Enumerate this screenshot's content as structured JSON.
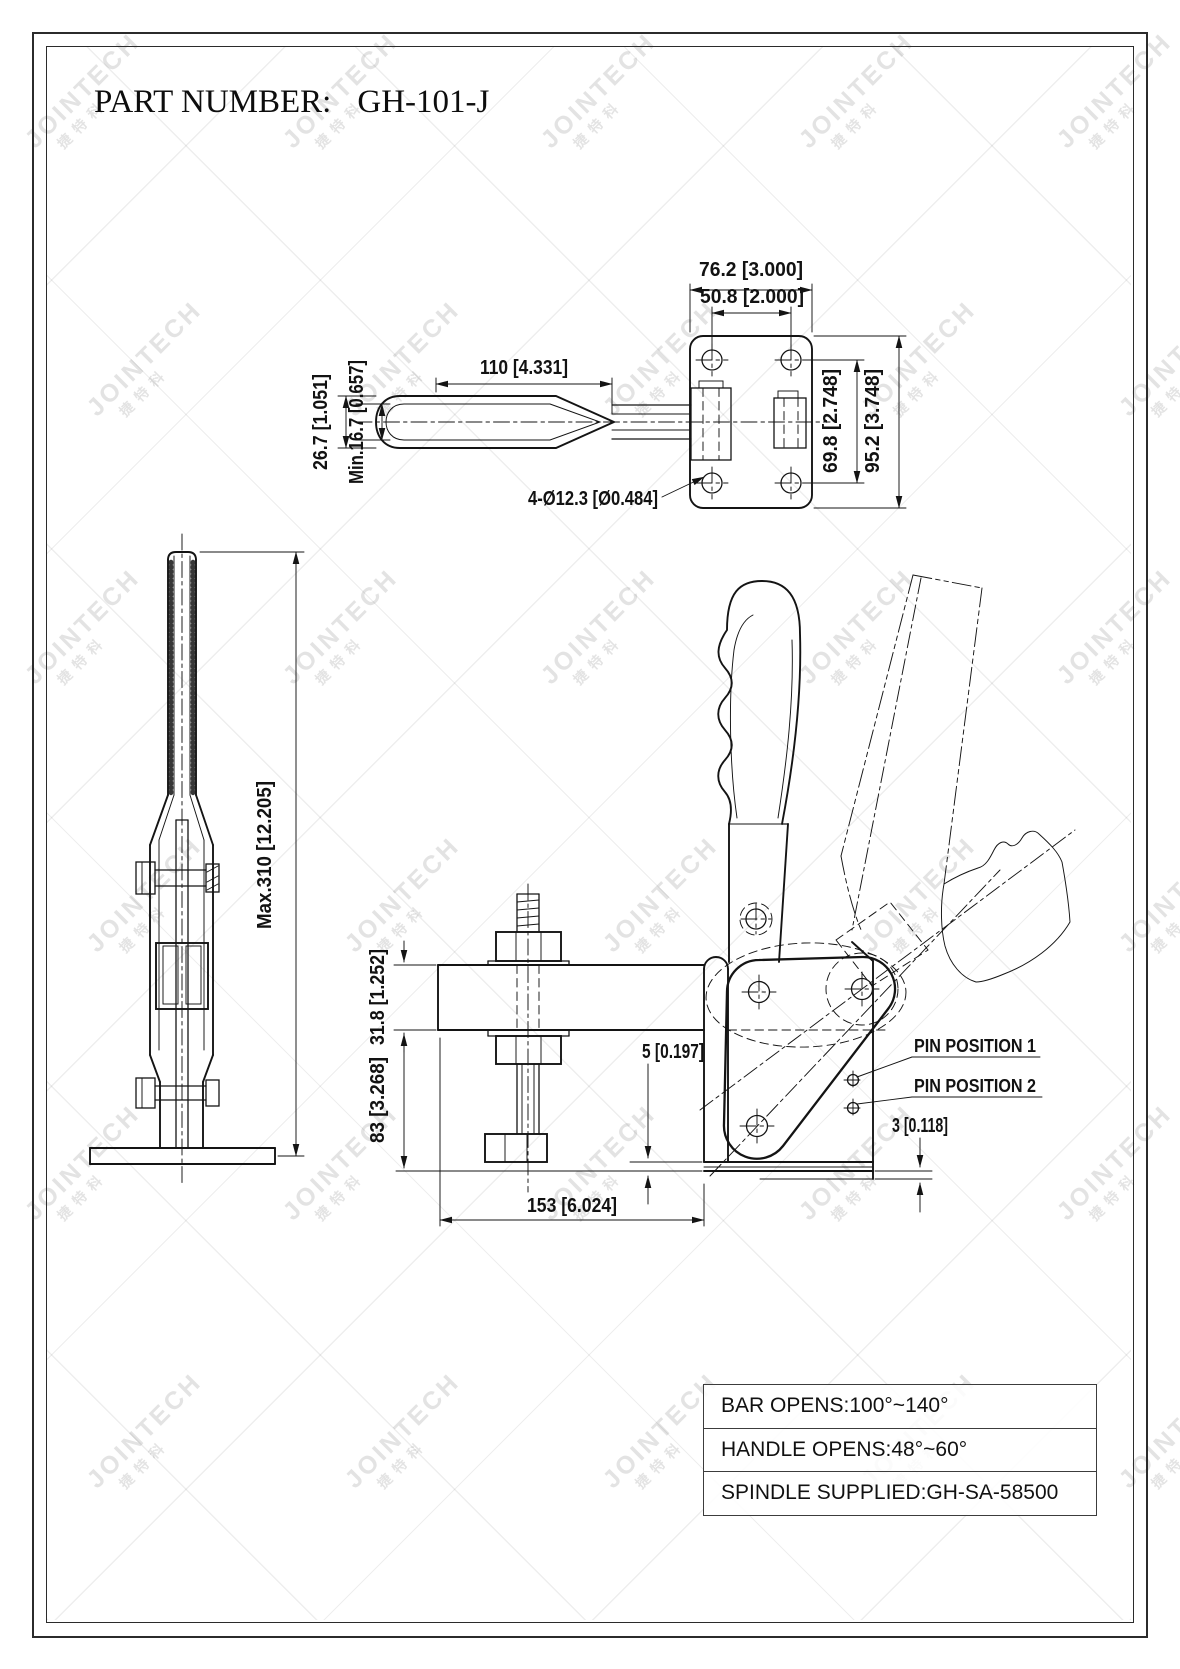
{
  "title": {
    "label": "PART NUMBER:",
    "value": "GH-101-J"
  },
  "watermark": {
    "text": "JOINTECH",
    "subtext": "捷特科"
  },
  "dims": {
    "top_width": "76.2 [3.000]",
    "top_hole_span": "50.8 [2.000]",
    "handle_len": "110 [4.331]",
    "handle_w": "26.7 [1.051]",
    "handle_min": "Min.16.7 [0.657]",
    "hole_callout": "4-Ø12.3 [Ø0.484]",
    "hole_vspan": "69.8 [2.748]",
    "top_height": "95.2 [3.748]",
    "max_height": "Max.310 [12.205]",
    "bar_t": "31.8 [1.252]",
    "under_bar": "83 [3.268]",
    "lip": "5 [0.197]",
    "base_len": "153 [6.024]",
    "base_t": "3 [0.118]",
    "pin1": "PIN POSITION 1",
    "pin2": "PIN POSITION 2"
  },
  "spec_table": {
    "rows": [
      "BAR OPENS:100°~140°",
      "HANDLE OPENS:48°~60°",
      "SPINDLE SUPPLIED:GH-SA-58500"
    ]
  }
}
